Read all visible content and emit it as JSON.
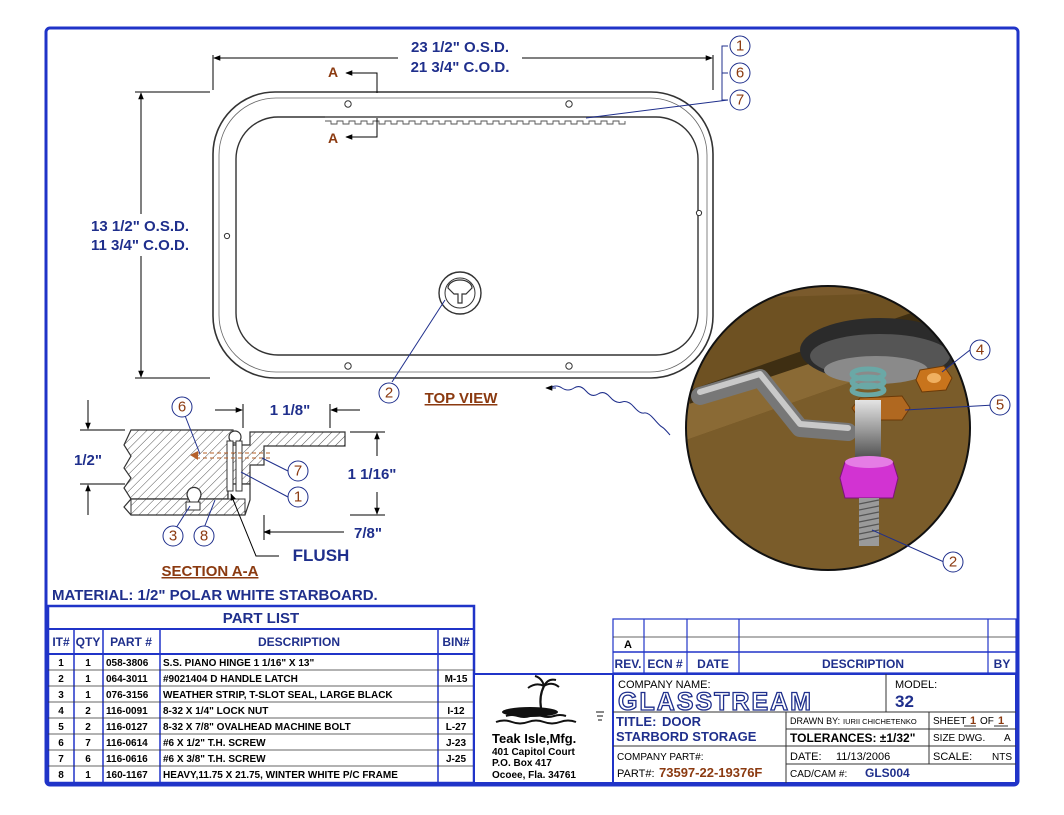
{
  "dimensions": {
    "width_osd": "23 1/2\" O.S.D.",
    "width_cod": "21 3/4\" C.O.D.",
    "height_osd": "13 1/2\" O.S.D.",
    "height_cod": "11 3/4\" C.O.D.",
    "section_top": "1 1/8\"",
    "section_left": "1/2\"",
    "section_right": "1 1/16\"",
    "section_bottom": "7/8\"",
    "flush": "FLUSH",
    "section_marker": "A"
  },
  "view_labels": {
    "top_view": "TOP VIEW",
    "section": "SECTION A-A"
  },
  "material": "MATERIAL: 1/2\" POLAR WHITE STARBOARD.",
  "callouts": {
    "c1": "1",
    "c2": "2",
    "c3": "3",
    "c4": "4",
    "c5": "5",
    "c6": "6",
    "c7": "7",
    "c8": "8"
  },
  "part_list": {
    "title": "PART LIST",
    "headers": [
      "IT#",
      "QTY",
      "PART #",
      "DESCRIPTION",
      "BIN#"
    ],
    "rows": [
      [
        "1",
        "1",
        "058-3806",
        "S.S. PIANO HINGE 1 1/16\" X 13\"",
        ""
      ],
      [
        "2",
        "1",
        "064-3011",
        "#9021404 D HANDLE LATCH",
        "M-15"
      ],
      [
        "3",
        "1",
        "076-3156",
        "WEATHER STRIP, T-SLOT SEAL, LARGE BLACK",
        ""
      ],
      [
        "4",
        "2",
        "116-0091",
        "8-32 X 1/4\" LOCK NUT",
        "I-12"
      ],
      [
        "5",
        "2",
        "116-0127",
        "8-32 X 7/8\" OVALHEAD MACHINE BOLT",
        "L-27"
      ],
      [
        "6",
        "7",
        "116-0614",
        "#6 X 1/2\" T.H. SCREW",
        "J-23"
      ],
      [
        "7",
        "6",
        "116-0616",
        "#6 X 3/8\" T.H. SCREW",
        "J-25"
      ],
      [
        "8",
        "1",
        "160-1167",
        "HEAVY,11.75 X 21.75, WINTER WHITE P/C FRAME",
        ""
      ]
    ]
  },
  "revision_block": {
    "rev_value": "A",
    "headers": [
      "REV.",
      "ECN #",
      "DATE",
      "DESCRIPTION",
      "BY"
    ]
  },
  "company": {
    "name": "Teak Isle,Mfg.",
    "address1": "401 Capitol Court",
    "address2": "P.O. Box 417",
    "address3": "Ocoee, Fla. 34761"
  },
  "title_block": {
    "company_name_label": "COMPANY NAME:",
    "company_name": "GLASSTREAM",
    "model_label": "MODEL:",
    "model": "32",
    "title_label": "TITLE:",
    "title_line1": "DOOR",
    "title_line2": "STARBORD STORAGE",
    "drawn_by_label": "DRAWN BY:",
    "drawn_by": "IURII CHICHETENKO",
    "sheet_label": "SHEET",
    "sheet_num": "1",
    "of_label": "OF",
    "sheet_total": "1",
    "tolerances": "TOLERANCES: ±1/32\"",
    "size_label": "SIZE DWG.",
    "size": "A",
    "company_part_label": "COMPANY PART#:",
    "part_label": "PART#:",
    "part_number": "73597-22-19376F",
    "date_label": "DATE:",
    "date": "11/13/2006",
    "scale_label": "SCALE:",
    "scale": "NTS",
    "cad_label": "CAD/CAM #:",
    "cad": "GLS004"
  }
}
